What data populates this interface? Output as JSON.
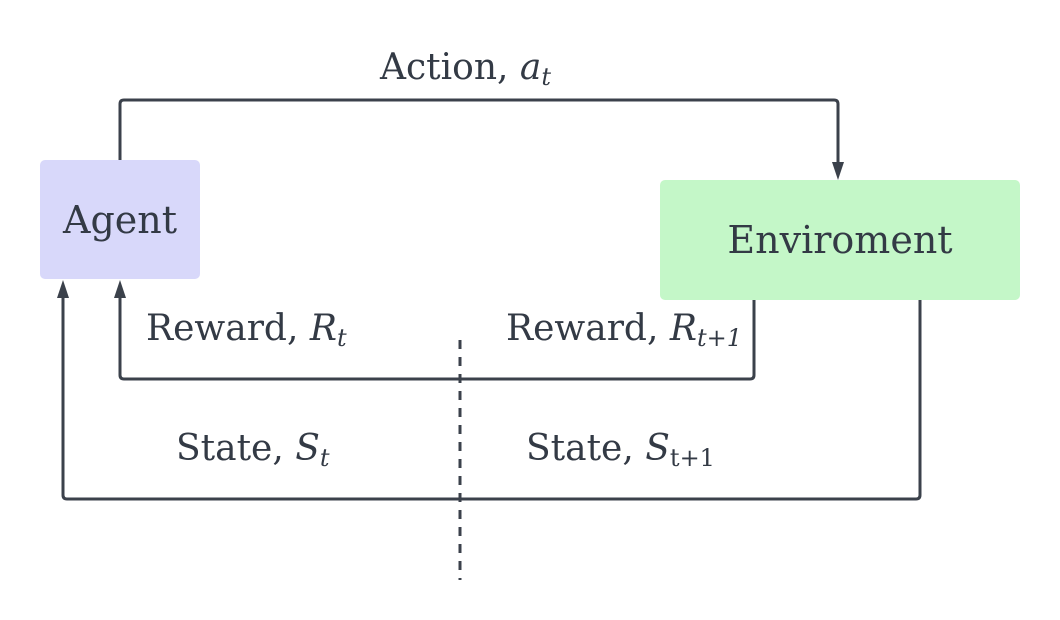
{
  "nodes": {
    "agent": {
      "label": "Agent",
      "color": "#d8d8fa"
    },
    "environment": {
      "label": "Enviroment",
      "color": "#c4f7c8"
    }
  },
  "edges": {
    "action": {
      "text": "Action, ",
      "symbol": "a",
      "subscript": "t"
    },
    "reward_t": {
      "text": "Reward, ",
      "symbol": "R",
      "subscript": "t"
    },
    "reward_t1": {
      "text": "Reward, ",
      "symbol": "R",
      "subscript": "t+1"
    },
    "state_t": {
      "text": "State, ",
      "symbol": "S",
      "subscript": "t"
    },
    "state_t1": {
      "text": "State, ",
      "symbol": "S",
      "subscript": "t+1"
    }
  },
  "colors": {
    "line": "#3b414b",
    "text": "#333a45"
  }
}
